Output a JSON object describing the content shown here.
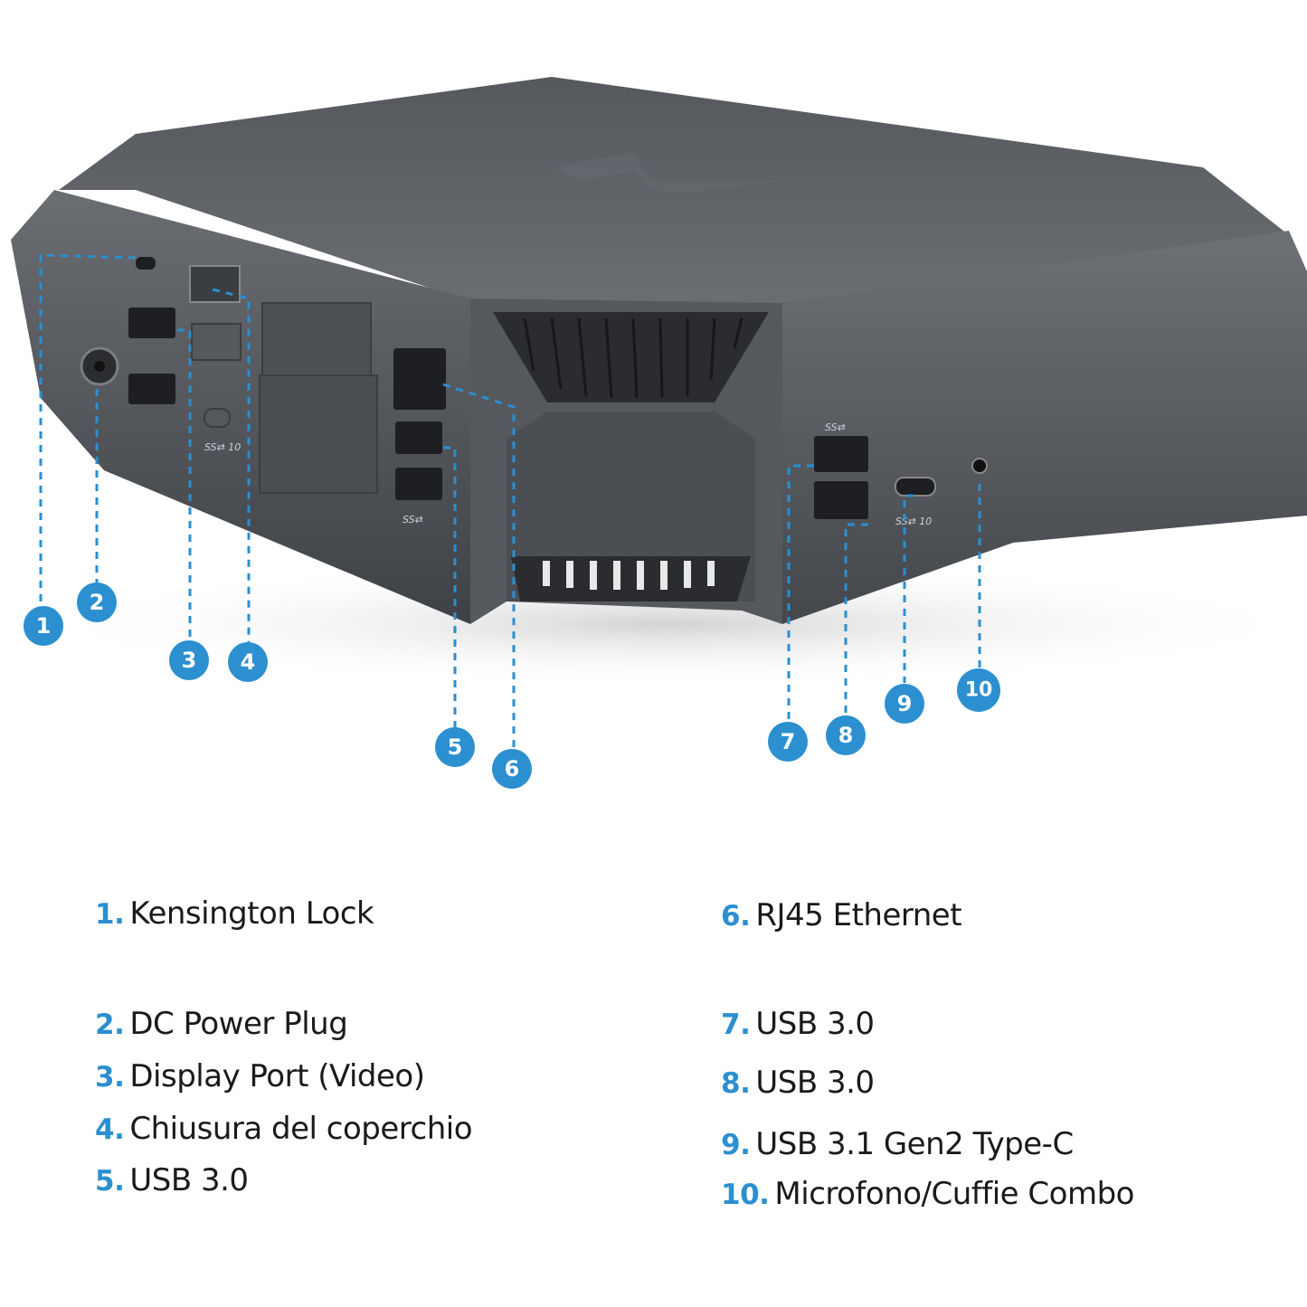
{
  "colors": {
    "accent": "#2b8fd0",
    "device_body": "#4a4d52",
    "device_top": "#5e6166"
  },
  "device": {
    "port_markings": [
      "SS⇄",
      "SS⇄",
      "SS⇄ 10",
      "SS⇄ 10"
    ]
  },
  "callouts": [
    {
      "number": "1"
    },
    {
      "number": "2"
    },
    {
      "number": "3"
    },
    {
      "number": "4"
    },
    {
      "number": "5"
    },
    {
      "number": "6"
    },
    {
      "number": "7"
    },
    {
      "number": "8"
    },
    {
      "number": "9"
    },
    {
      "number": "10"
    }
  ],
  "legend": [
    {
      "number": "1.",
      "label": "Kensington Lock"
    },
    {
      "number": "2.",
      "label": "DC Power Plug"
    },
    {
      "number": "3.",
      "label": "Display Port (Video)"
    },
    {
      "number": "4.",
      "label": "Chiusura del coperchio"
    },
    {
      "number": "5.",
      "label": "USB 3.0"
    },
    {
      "number": "6.",
      "label": "RJ45 Ethernet"
    },
    {
      "number": "7.",
      "label": "USB 3.0"
    },
    {
      "number": "8.",
      "label": "USB 3.0"
    },
    {
      "number": "9.",
      "label": "USB 3.1 Gen2 Type-C"
    },
    {
      "number": "10.",
      "label": "Microfono/Cuffie Combo"
    }
  ]
}
